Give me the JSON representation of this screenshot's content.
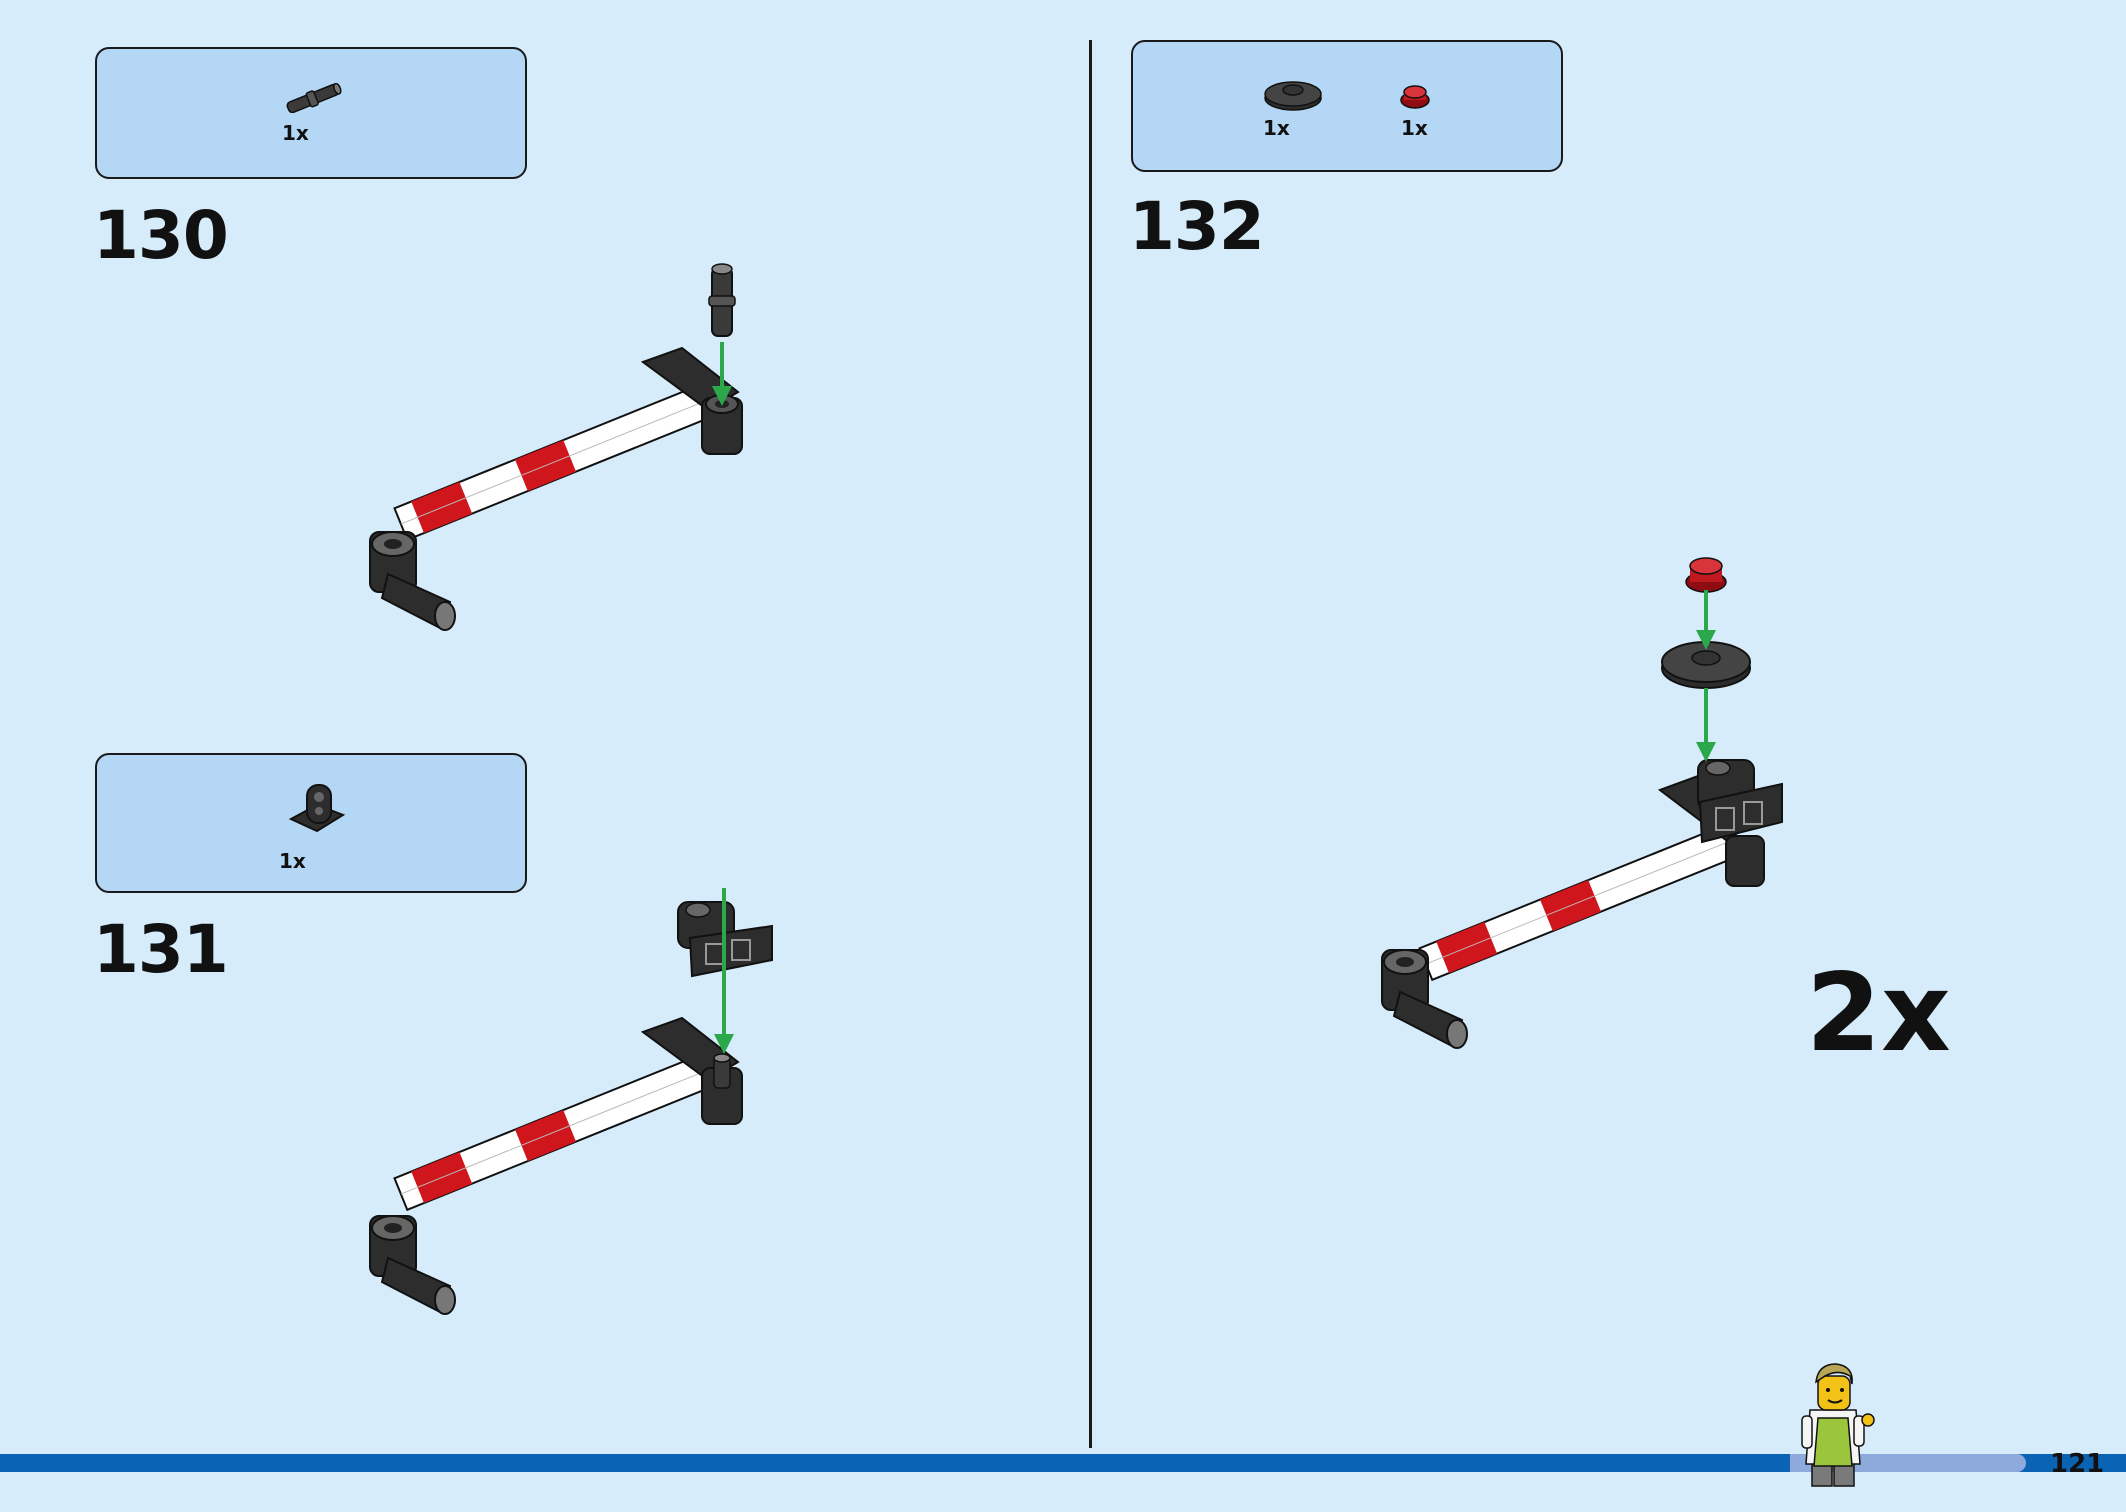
{
  "steps": [
    {
      "number": "130",
      "parts": [
        {
          "name": "pin-with-bush",
          "quantity": "1x"
        }
      ]
    },
    {
      "number": "131",
      "parts": [
        {
          "name": "axle-and-pin-connector",
          "quantity": "1x"
        }
      ]
    },
    {
      "number": "132",
      "parts": [
        {
          "name": "round-tile-2x2-black",
          "quantity": "1x"
        },
        {
          "name": "round-plate-1x1-red",
          "quantity": "1x"
        }
      ],
      "multiplier": "2x"
    }
  ],
  "footer": {
    "page_number": "121"
  },
  "colors": {
    "background": "#d6ecfb",
    "parts_box": "#b4d7f5",
    "progress_bar": "#0a63b3",
    "red_stripe": "#d0161d",
    "connection_arrow": "#2aa84a"
  }
}
